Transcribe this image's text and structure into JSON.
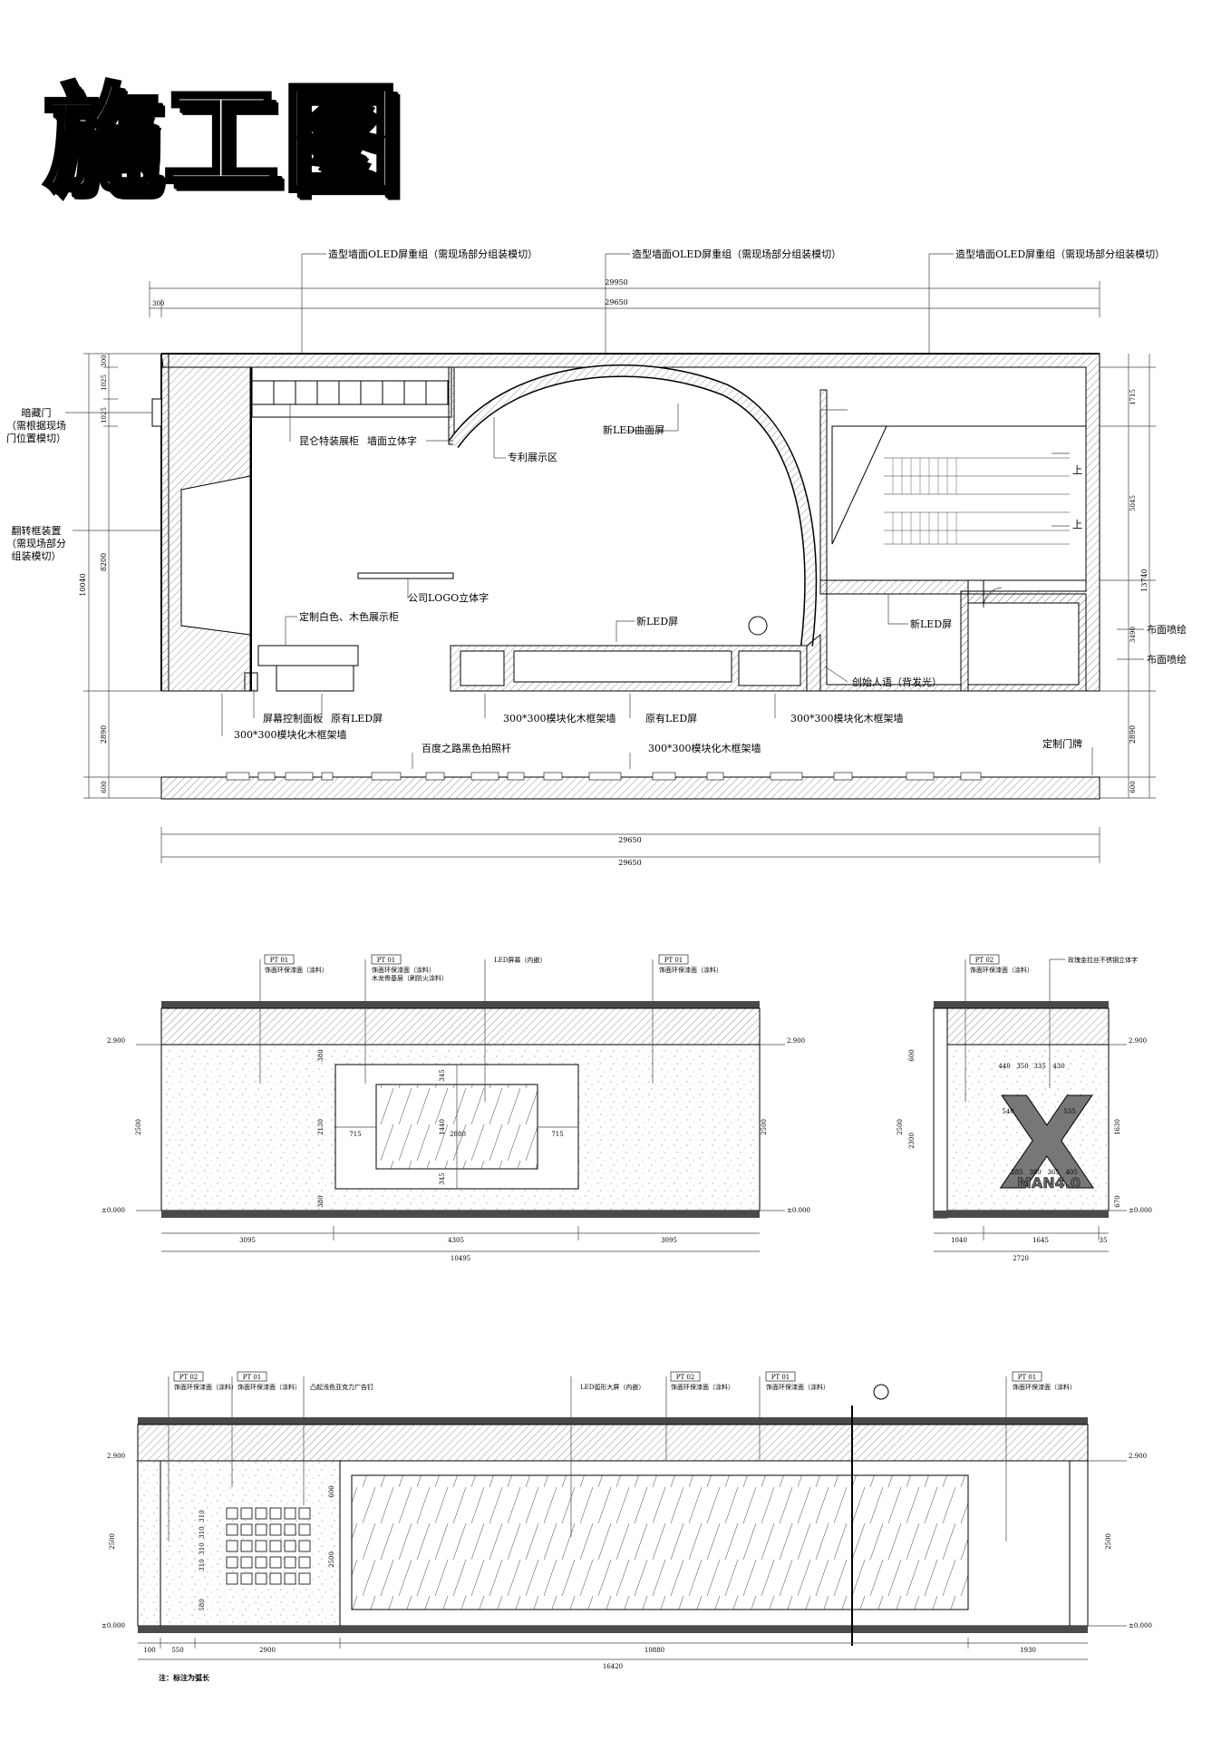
{
  "title": "施工图",
  "plan": {
    "top_labels": [
      "造型墙面OLED屏重组（需现场部分组装模切）",
      "造型墙面OLED屏重组（需现场部分组装模切）",
      "造型墙面OLED屏重组（需现场部分组装模切）"
    ],
    "dims": {
      "total_outer": "29950",
      "total_inner": "29650",
      "left_offset": "300",
      "left_total": "10040",
      "left_a": "8200",
      "left_b": "1025",
      "left_c": "1025",
      "left_top": "300",
      "left_gap": "2890",
      "left_bottom": "600",
      "right_total": "13740",
      "right_a": "1715",
      "right_b": "5045",
      "right_c": "3490",
      "right_gap": "2890",
      "right_bottom": "600",
      "bottom_1": "29650",
      "bottom_2": "29650"
    },
    "side_labels": {
      "hidden_door": [
        "暗藏门",
        "（需根据现场",
        "门位置模切）"
      ],
      "flip_frame": [
        "翻转框装置",
        "（需现场部分",
        "组装模切）"
      ]
    },
    "callouts": {
      "kunlun": "昆仑特装展柜",
      "wall_3d": "墙面立体字",
      "patent": "专利展示区",
      "led_curved": "新LED曲面屏",
      "logo": "公司LOGO立体字",
      "custom_cabinet": "定制白色、木色展示柜",
      "new_led": "新LED屏",
      "new_led_right": "新LED屏",
      "screen_panel": "屏幕控制面板",
      "orig_led_left": "原有LED屏",
      "module_wall_left": "300*300模块化木框架墙",
      "module_wall_mid": "300*300模块化木框架墙",
      "orig_led_mid": "原有LED屏",
      "module_wall_right": "300*300模块化木框架墙",
      "founder": "创始人语（背发光）",
      "cloth_1": "布面喷绘",
      "cloth_2": "布面喷绘",
      "baidu_pole": "百度之路黑色拍照杆",
      "module_wall_bottom": "300*300模块化木框架墙",
      "door_sign": "定制门牌",
      "escalator_up_1": "上",
      "escalator_up_2": "上"
    }
  },
  "elev1": {
    "tags": [
      {
        "code": "PT 01",
        "desc": "饰面环保漆面（涂料）"
      },
      {
        "code": "PT 01",
        "desc": "饰面环保漆面（涂料）",
        "desc2": "木龙骨基层（刷防火涂料）"
      },
      {
        "code": "",
        "desc": "LED屏幕（内嵌）"
      },
      {
        "code": "PT 01",
        "desc": "饰面环保漆面（涂料）"
      }
    ],
    "levels": [
      "2.900",
      "±0.000",
      "2.900",
      "±0.000"
    ],
    "vdims": [
      "2500",
      "380",
      "2130",
      "380",
      "345",
      "1440",
      "345"
    ],
    "hdims": [
      "715",
      "2880",
      "715"
    ],
    "bottom_dims": [
      "3095",
      "4305",
      "3095"
    ],
    "total": "10495"
  },
  "elev2": {
    "tags": [
      {
        "code": "PT 02",
        "desc": "饰面环保漆面（涂料）"
      },
      {
        "code": "",
        "desc": "玫瑰金拉丝不锈钢立体字"
      }
    ],
    "letter": "X",
    "brand": "MAN4.0",
    "dims_top": [
      "440",
      "350",
      "335",
      "430"
    ],
    "dims_mid": [
      "540",
      "535"
    ],
    "dims_bottom": [
      "285",
      "380",
      "365",
      "405"
    ],
    "vdims": [
      "600",
      "2300",
      "2500",
      "1630",
      "670"
    ],
    "bottom_dims": [
      "1040",
      "1645",
      "35"
    ],
    "total": "2720",
    "levels": [
      "2.900",
      "±0.000"
    ]
  },
  "elev3": {
    "tags": [
      {
        "code": "PT 02",
        "desc": "饰面环保漆面（涂料）"
      },
      {
        "code": "PT 01",
        "desc": "饰面环保漆面（涂料）"
      },
      {
        "code": "",
        "desc": "凸起浅色亚克力广告钉"
      },
      {
        "code": "",
        "desc": "LED弧形大屏（内嵌）"
      },
      {
        "code": "PT 02",
        "desc": "饰面环保漆面（涂料）"
      },
      {
        "code": "PT 01",
        "desc": "饰面环保漆面（涂料）"
      },
      {
        "code": "PT 01",
        "desc": "饰面环保漆面（涂料）"
      }
    ],
    "levels": [
      "2.900",
      "±0.000",
      "2.900",
      "±0.000"
    ],
    "vdims": [
      "2500",
      "600",
      "2500",
      "310",
      "310",
      "310",
      "310",
      "580"
    ],
    "bottom_dims": [
      "100",
      "550",
      "2900",
      "10880",
      "1930"
    ],
    "total": "16420",
    "note": "注：标注为弧长"
  }
}
